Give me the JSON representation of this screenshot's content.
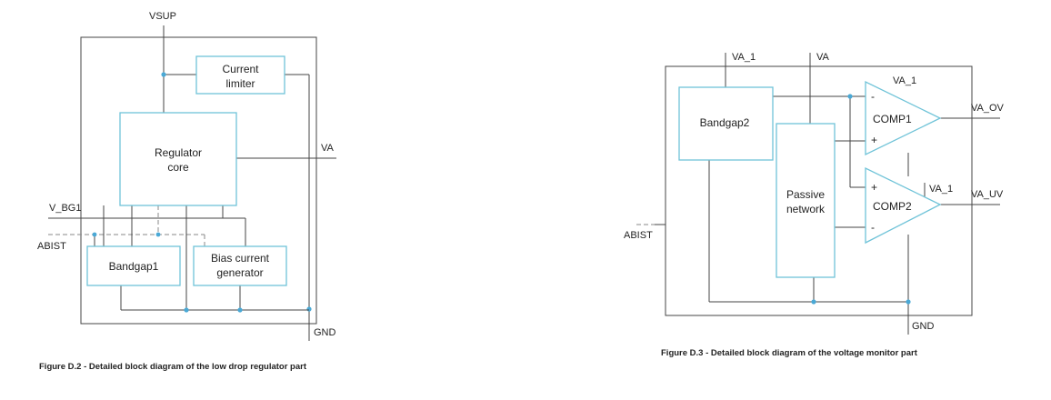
{
  "diagram_d2": {
    "caption": "Figure D.2 - Detailed block diagram of the low drop regulator part",
    "pins": {
      "vsup": "VSUP",
      "va": "VA",
      "v_bg1": "V_BG1",
      "abist": "ABIST",
      "gnd": "GND"
    },
    "blocks": {
      "current_limiter": [
        "Current",
        "limiter"
      ],
      "regulator_core": [
        "Regulator",
        "core"
      ],
      "bandgap1": "Bandgap1",
      "bias_current_generator": [
        "Bias current",
        "generator"
      ]
    }
  },
  "diagram_d3": {
    "caption": "Figure D.3 - Detailed block diagram of the voltage monitor part",
    "pins": {
      "va_1_top": "VA_1",
      "va": "VA",
      "va_1_comp1": "VA_1",
      "va_1_comp2": "VA_1",
      "va_ov": "VA_OV",
      "va_uv": "VA_UV",
      "abist": "ABIST",
      "gnd": "GND"
    },
    "blocks": {
      "bandgap2": "Bandgap2",
      "passive_network": [
        "Passive",
        "network"
      ],
      "comp1": "COMP1",
      "comp2": "COMP2"
    },
    "comp1_inputs": {
      "top": "-",
      "bottom": "+"
    },
    "comp2_inputs": {
      "top": "+",
      "bottom": "-"
    }
  }
}
